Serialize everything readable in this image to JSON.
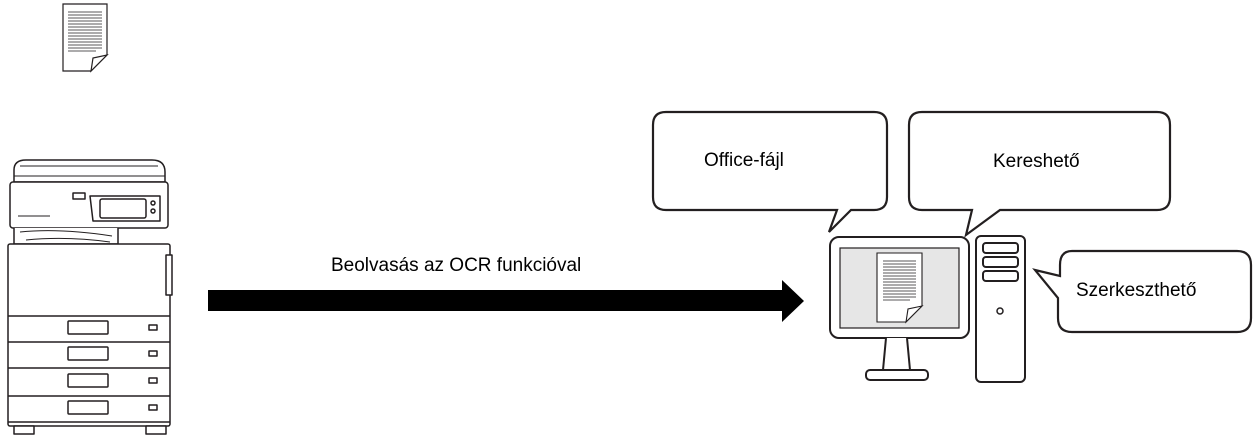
{
  "arrow": {
    "label": "Beolvasás az OCR funkcióval"
  },
  "bubbles": {
    "office": "Office-fájl",
    "searchable": "Kereshető",
    "editable": "Szerkeszthető"
  },
  "icons": {
    "source_document": "document-icon",
    "printer": "multifunction-printer-icon",
    "monitor": "monitor-icon",
    "screen_document": "document-icon",
    "tower": "pc-tower-icon",
    "arrow": "arrow-right-icon"
  },
  "colors": {
    "line": "#231f20",
    "screen": "#e6e6e6",
    "arrow": "#000000"
  }
}
